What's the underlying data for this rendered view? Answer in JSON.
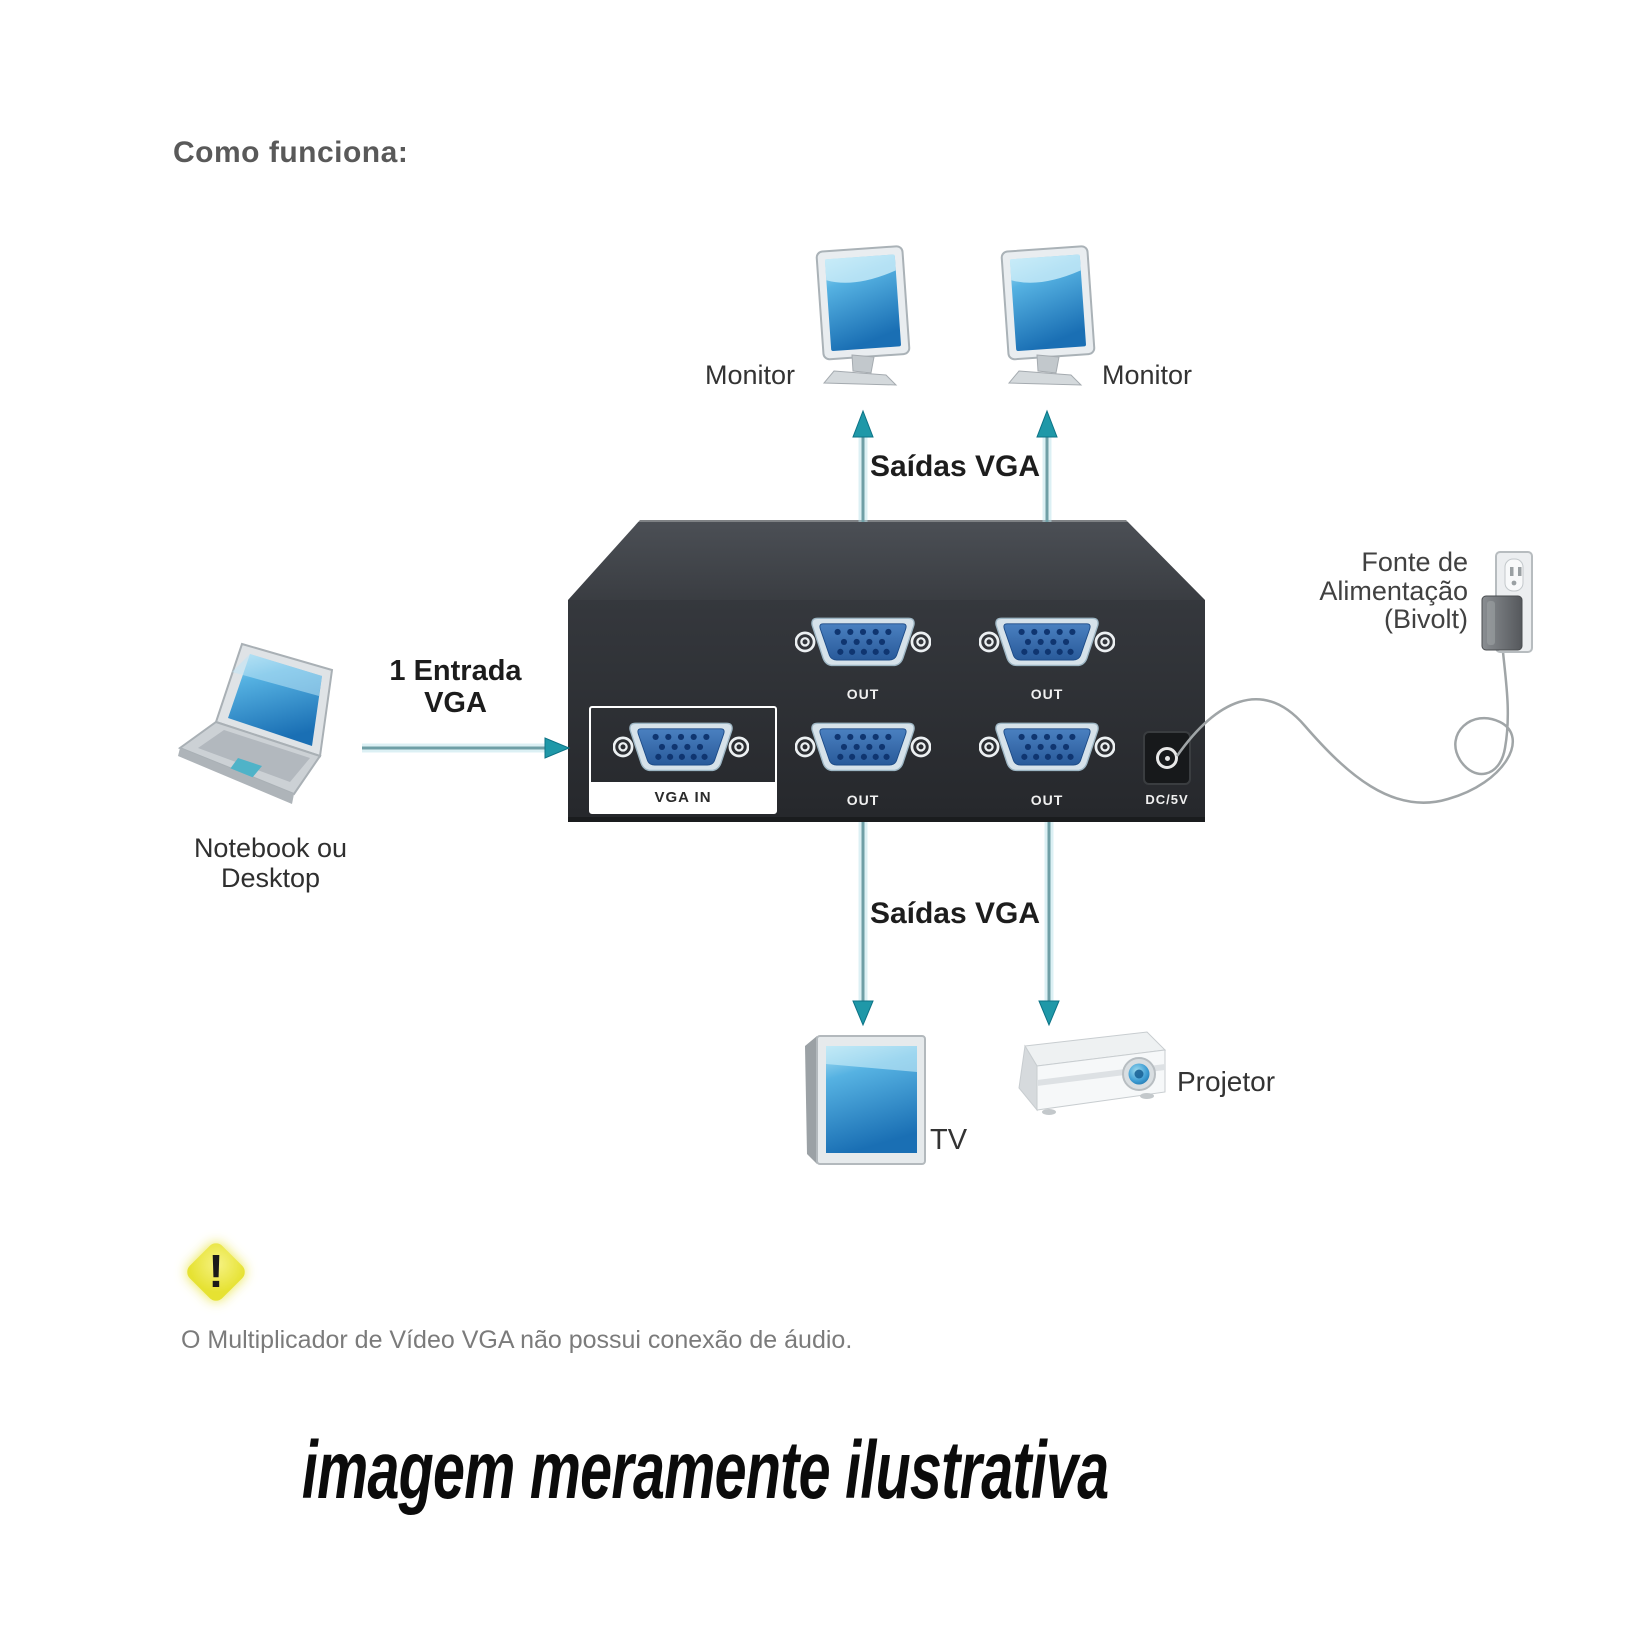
{
  "page": {
    "title": "Como funciona:",
    "disclaimer": "imagem meramente ilustrativa"
  },
  "diagram": {
    "monitor_left_label": "Monitor",
    "monitor_right_label": "Monitor",
    "outputs_top_label": "Saídas VGA",
    "outputs_bottom_label": "Saídas VGA",
    "input_line1": "1 Entrada",
    "input_line2": "VGA",
    "source_line1": "Notebook ou",
    "source_line2": "Desktop",
    "power_line1": "Fonte de",
    "power_line2": "Alimentação",
    "power_line3": "(Bivolt)",
    "device": {
      "vga_in_label": "VGA IN",
      "out_labels": [
        "OUT",
        "OUT",
        "OUT",
        "OUT"
      ],
      "dc_label": "DC/5V"
    },
    "tv_label": "TV",
    "projector_label": "Projetor",
    "warning_glyph": "!",
    "warning_text": "O Multiplicador de Vídeo VGA não possui conexão de áudio."
  },
  "colors": {
    "arrow_shaft": "#6f9fa6",
    "arrow_head": "#1f98a8",
    "cable_gray": "#a0a5a7",
    "box_front": "#26282c",
    "box_top": "#45484e",
    "port_blue": "#3a70b0",
    "screen_blue": "#2e8fd0",
    "warning_yellow": "#e7e33a"
  }
}
